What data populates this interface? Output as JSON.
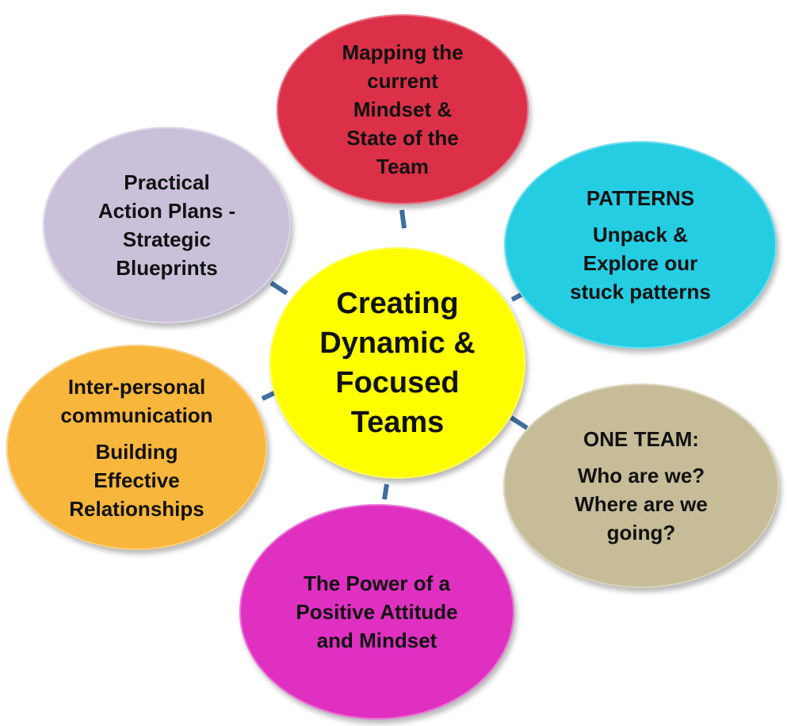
{
  "center": {
    "lines": [
      "Creating",
      "Dynamic &",
      "Focused",
      "Teams"
    ],
    "color": "#fefe00"
  },
  "nodes": {
    "top": {
      "lines": [
        "Mapping the",
        "current",
        "Mindset &",
        "State of the",
        "Team"
      ],
      "color": "#dc3049"
    },
    "right": {
      "heading": "PATTERNS",
      "lines": [
        "Unpack &",
        "Explore our",
        "stuck patterns"
      ],
      "color": "#25cde3"
    },
    "bottom_right": {
      "heading": "ONE TEAM:",
      "lines": [
        "Who are we?",
        "Where are we",
        "going?"
      ],
      "color": "#c6bd98"
    },
    "bottom": {
      "lines": [
        "The Power of a",
        "Positive Attitude",
        "and Mindset"
      ],
      "color": "#df30c1"
    },
    "left": {
      "heading_lines": [
        "Inter-personal",
        "communication"
      ],
      "lines": [
        "Building",
        "Effective",
        "Relationships"
      ],
      "color": "#f8b63c"
    },
    "top_left": {
      "lines": [
        "Practical",
        "Action Plans -",
        "Strategic",
        "Blueprints"
      ],
      "color": "#cbc0da"
    }
  },
  "connector_color": "#3e6e9e"
}
